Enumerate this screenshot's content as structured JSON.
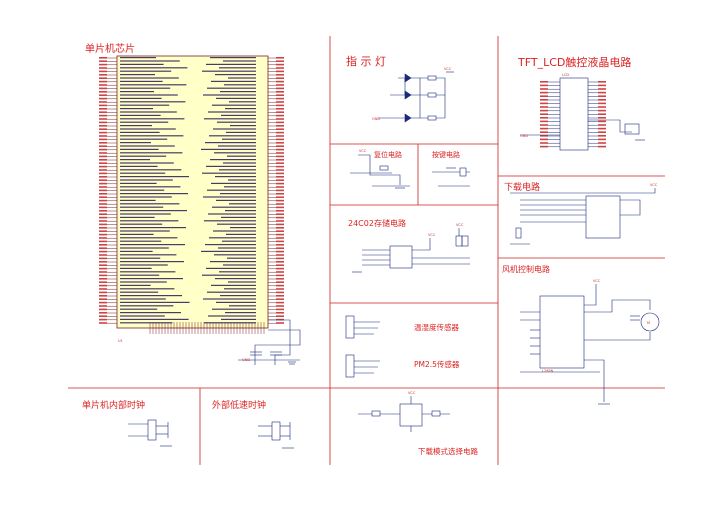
{
  "titles": {
    "mcu_chip": "单片机芯片",
    "indicator": "指 示 灯",
    "tft_lcd": "TFT_LCD触控液晶电路",
    "reset": "复位电路",
    "keys": "按键电路",
    "download": "下载电路",
    "eeprom": "24C02存储电路",
    "fan": "风机控制电路",
    "temp_humidity": "温湿度传感器",
    "pm25": "PM2.5传感器",
    "internal_clock": "单片机内部时钟",
    "external_clock": "外部低速时钟",
    "download_mode": "下载模式选择电路"
  },
  "labels": {
    "vcc": "VCC",
    "gnd": "GND",
    "mcu_ref": "U1",
    "lcd_ref": "LCD",
    "fan_ref": "M",
    "fan_driver": "L298N"
  },
  "colors": {
    "title": "#dd2222",
    "border": "#cc2222",
    "chip_fill": "#ffffc8",
    "net_label": "#dd3333",
    "wire": "#1a2a7a"
  },
  "icons": [
    "led-icon",
    "capacitor-icon",
    "crystal-icon",
    "button-icon",
    "motor-icon",
    "ground-icon",
    "connector-icon"
  ]
}
